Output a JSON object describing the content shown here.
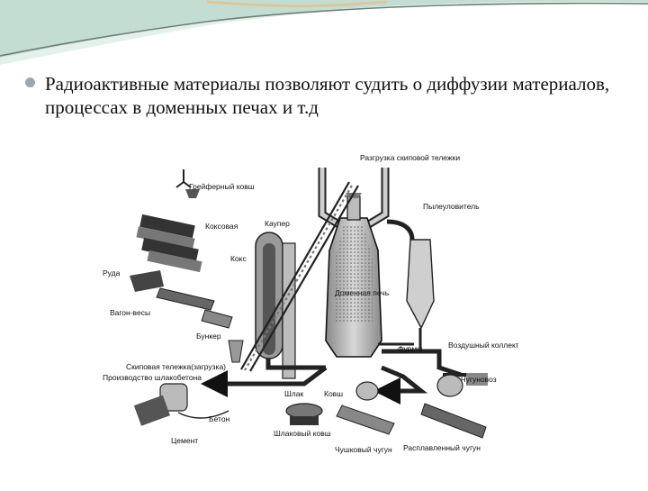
{
  "slide": {
    "bullet_text": "Радиоактивные материалы позволяют судить о диффузии материалов, процессах в доменных печах и т.д"
  },
  "colors": {
    "header_wave_dark": "#6f7f77",
    "header_wave_light": "#cfe6dd",
    "header_gold": "#d9c89c",
    "bullet": "#9aa8b2"
  },
  "diagram": {
    "labels": {
      "skip_unload": "Разгрузка скиповой тележки",
      "grab_bucket": "Грейферный ковш",
      "coke_oven": "Коксовая",
      "cowper": "Каупер",
      "dust_catcher": "Пылеуловитель",
      "coke": "Кокс",
      "ore": "Руда",
      "blast_furnace": "Доменная печь",
      "wagon_scales": "Вагон-весы",
      "air_collector": "Воздушный коллектор",
      "tuyeres": "Фурмы",
      "bunker": "Бункер",
      "skip_car": "Скиповая тележка(загрузка)",
      "slag_concrete": "Производство шлакобетона",
      "pig_iron_ladle": "Чугуновоз",
      "slag": "Шлак",
      "ladle": "Ковш",
      "concrete": "Бетон",
      "cement": "Цемент",
      "slag_ladle": "Шлаковый ковш",
      "pig_iron": "Чушковый чугун",
      "molten_iron": "Расплавленный чугун"
    }
  }
}
